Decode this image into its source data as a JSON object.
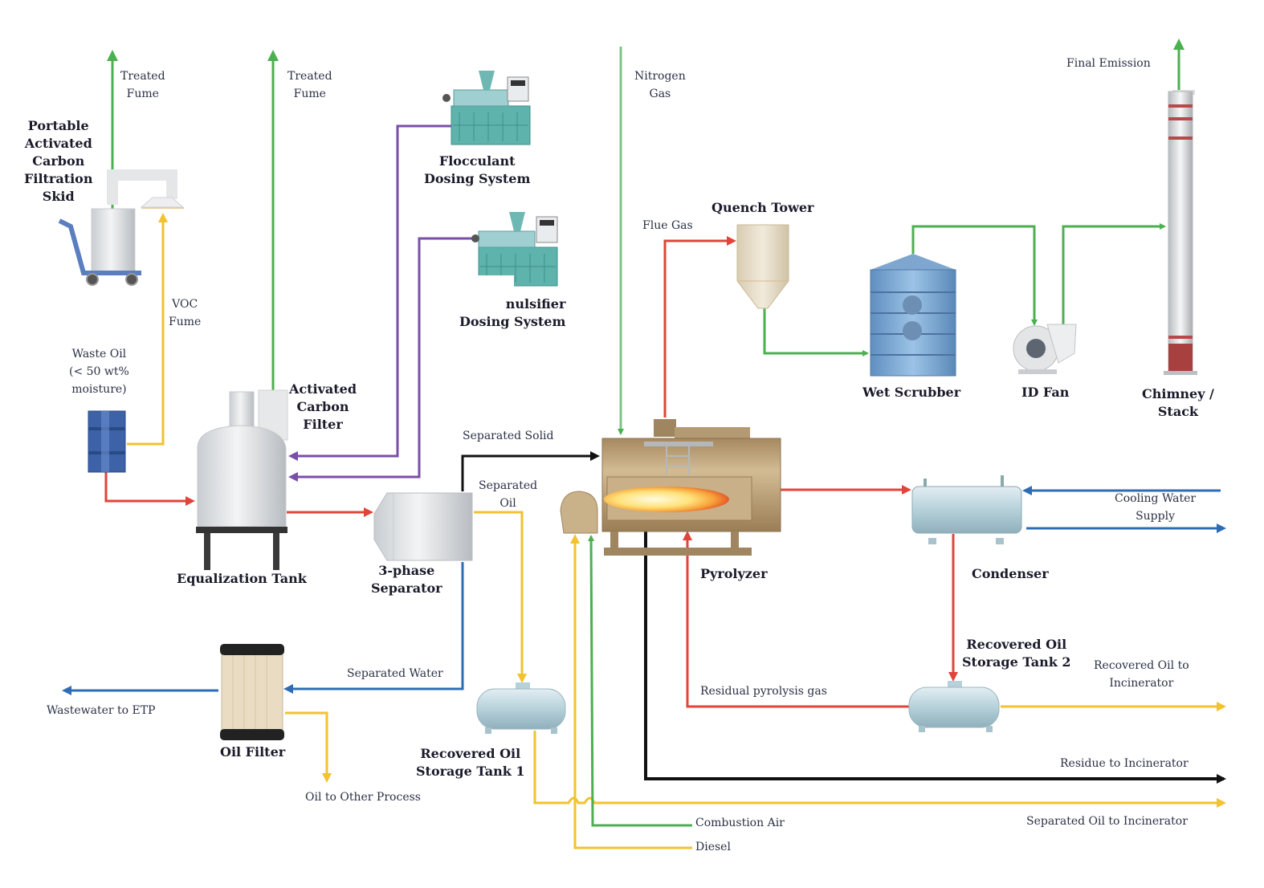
{
  "title": "Waste oil treatment and pyrolysis process flow diagram",
  "colors": {
    "gas_treated": "#4caf50",
    "voc_oil": "#f2c230",
    "waste_flow": "#e0443a",
    "chemical": "#7a4fa8",
    "water": "#2e6db4",
    "solid": "#111111"
  },
  "equipment": {
    "carbon_skid": "Portable\nActivated\nCarbon\nFiltration\nSkid",
    "flocculant": "Flocculant\nDosing System",
    "emulsifier": "nulsifier\nDosing System",
    "waste_oil": "Waste Oil\n(< 50 wt%\nmoisture)",
    "activated_carbon_filter": "Activated\nCarbon\nFilter",
    "equalization_tank": "Equalization Tank",
    "separator": "3-phase\nSeparator",
    "pyrolyzer": "Pyrolyzer",
    "quench_tower": "Quench Tower",
    "wet_scrubber": "Wet Scrubber",
    "id_fan": "ID Fan",
    "chimney": "Chimney /\nStack",
    "condenser": "Condenser",
    "oil_filter": "Oil Filter",
    "storage_tank_1": "Recovered Oil\nStorage Tank 1",
    "storage_tank_2": "Recovered Oil\nStorage Tank 2"
  },
  "streams": {
    "treated_fume_1": "Treated\nFume",
    "treated_fume_2": "Treated\nFume",
    "voc_fume": "VOC\nFume",
    "nitrogen_gas": "Nitrogen\nGas",
    "flue_gas": "Flue Gas",
    "final_emission": "Final Emission",
    "separated_solid": "Separated Solid",
    "separated_oil": "Separated\nOil",
    "separated_water": "Separated Water",
    "wastewater": "Wastewater to ETP",
    "oil_other": "Oil to Other Process",
    "cooling_water": "Cooling Water\nSupply",
    "residual_gas": "Residual pyrolysis gas",
    "recovered_oil_incinerator": "Recovered Oil to\nIncinerator",
    "residue_incinerator": "Residue to Incinerator",
    "separated_oil_incinerator": "Separated Oil to Incinerator",
    "combustion_air": "Combustion Air",
    "diesel": "Diesel"
  }
}
